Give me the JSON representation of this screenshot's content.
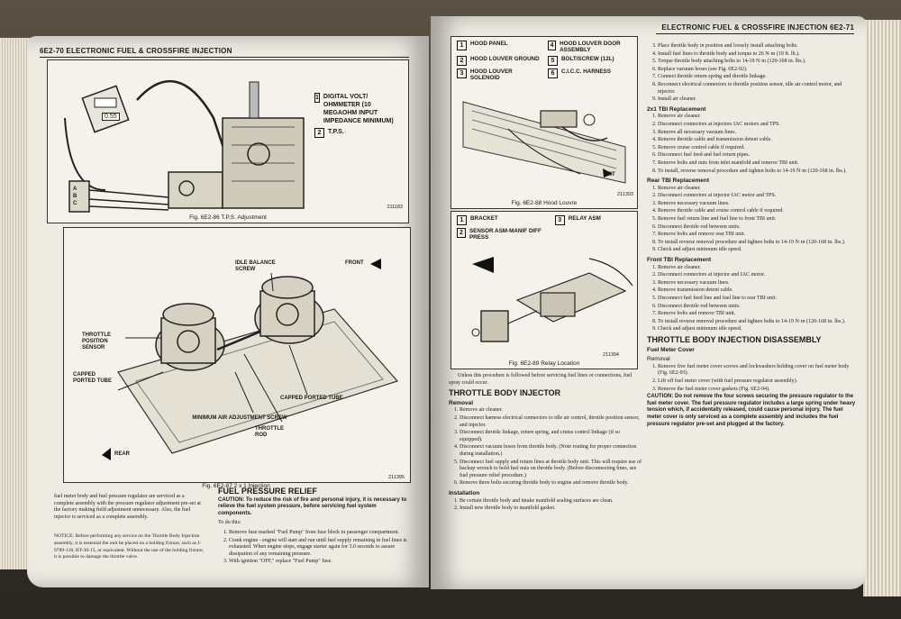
{
  "left_page": {
    "header": "6E2-70  ELECTRONIC FUEL & CROSSFIRE INJECTION",
    "fig86": {
      "callouts": [
        {
          "num": "1",
          "label": "DIGITAL VOLT/ OHMMETER (10 MEGAOHM INPUT IMPEDANCE MINIMUM)"
        },
        {
          "num": "2",
          "label": "T.P.S."
        }
      ],
      "meter_reading": "0.55",
      "connector_letters": [
        "A",
        "B",
        "C"
      ],
      "figure_number": "211183",
      "caption": "Fig. 6E2-86 T.P.S. Adjustment"
    },
    "fig87": {
      "labels": {
        "front": "FRONT",
        "idle_balance": "IDLE BALANCE SCREW",
        "tps": "THROTTLE POSITION SENSOR",
        "capped_tube_left": "CAPPED PORTED TUBE",
        "capped_tube_right": "CAPPED PORTED TUBE",
        "min_air": "MINIMUM AIR ADJUSTMENT SCREW",
        "throttle_rod": "THROTTLE ROD",
        "rear": "REAR"
      },
      "figure_number": "211395",
      "caption": "Fig. 6E2-87 2 x 1 Injection"
    },
    "col1_text": "fuel meter body and fuel pressure regulator are serviced as a complete assembly with the pressure regulator adjustment pre-set at the factory making field adjustment unnecessary. Also, the fuel injector is serviced as a complete assembly.",
    "notice": "NOTICE: Before performing any service on the Throttle Body Injection assembly, it is essential the unit be placed on a holding fixture, such as J-9789-118, BT-30-15, or equivalent. Without the use of the holding fixture, it is possible to damage the throttle valve.",
    "col2": {
      "title": "FUEL PRESSURE RELIEF",
      "caution": "CAUTION: To reduce the risk of fire and personal injury, it is necessary to relieve the fuel system pressure, before servicing fuel system components.",
      "intro": "To do this:",
      "steps": [
        "Remove fuse marked \"Fuel Pump\" from fuse block in passenger compartment.",
        "Crank engine - engine will start and run until fuel supply remaining in fuel lines is exhausted. When engine stops, engage starter again for 3.0 seconds to assure dissipation of any remaining pressure.",
        "With ignition \"OFF,\" replace \"Fuel Pump\" fuse."
      ]
    }
  },
  "right_page": {
    "header": "ELECTRONIC FUEL & CROSSFIRE INJECTION  6E2-71",
    "fig88": {
      "legend": [
        {
          "num": "1",
          "label": "HOOD PANEL"
        },
        {
          "num": "2",
          "label": "HOOD LOUVER GROUND"
        },
        {
          "num": "3",
          "label": "HOOD LOUVER SOLENOID"
        },
        {
          "num": "4",
          "label": "HOOD LOUVER DOOR ASSEMBLY"
        },
        {
          "num": "5",
          "label": "BOLT/SCREW (12L)"
        },
        {
          "num": "6",
          "label": "C.I.C.C. HARNESS"
        }
      ],
      "frt": "FRT",
      "figure_number": "211393",
      "caption": "Fig. 6E2-88 Hood Louvre"
    },
    "fig89": {
      "legend": [
        {
          "num": "1",
          "label": "BRACKET"
        },
        {
          "num": "2",
          "label": "SENSOR ASM-MANIF DIFF PRESS"
        },
        {
          "num": "3",
          "label": "RELAY ASM"
        }
      ],
      "figure_number": "211394",
      "caption": "Fig. 6E2-89 Relay Location"
    },
    "unless_text": "Unless this procedure is followed before servicing fuel lines or connections, fuel spray could occur.",
    "tbi": {
      "title": "THROTTLE BODY INJECTOR",
      "removal": "Removal",
      "removal_steps": [
        "Remove air cleaner.",
        "Disconnect harness electrical connectors to idle air control, throttle position sensor, and injector.",
        "Disconnect throttle linkage, return spring, and cruise control linkage (if so equipped).",
        "Disconnect vacuum hoses from throttle body. (Note routing for proper connection during installation.)",
        "Disconnect fuel supply and return lines at throttle body unit. This will require use of backup wrench to hold fuel nuts on throttle body. (Before disconnecting lines, see fuel pressure relief procedure.)",
        "Remove three bolts securing throttle body to engine and remove throttle body."
      ],
      "installation": "Installation",
      "install_steps": [
        "Be certain throttle body and intake manifold sealing surfaces are clean.",
        "Install new throttle body to manifold gasket."
      ]
    },
    "col_right_top_steps": [
      "Place throttle body in position and loosely install attaching bolts.",
      "Install fuel lines to throttle body and torque to 26 N·m (19 ft. lb.).",
      "Torque throttle body attaching bolts to 14-19 N·m (120-168 in. lbs.).",
      "Replace vacuum hoses (see Fig. 6E2-92).",
      "Connect throttle return spring and throttle linkage.",
      "Reconnect electrical connectors to throttle position sensor, idle air control motor, and injector.",
      "Install air cleaner."
    ],
    "tbi_2x1": {
      "title": "2x1 TBI Replacement",
      "steps": [
        "Remove air cleaner.",
        "Disconnect connectors at injectors IAC motors and TPS.",
        "Remove all necessary vacuum lines.",
        "Remove throttle cable and transmission detent cable.",
        "Remove cruise control cable if required.",
        "Disconnect fuel feed and fuel return pipes.",
        "Remove bolts and nuts from inlet manifold and remove TBI unit.",
        "To install, reverse removal procedure and tighten bolts to 14-19 N·m (120-168 in. lbs.)."
      ]
    },
    "rear_tbi": {
      "title": "Rear TBI Replacement",
      "steps": [
        "Remove air cleaner.",
        "Disconnect connectors at injector IAC motor and TPS.",
        "Remove necessary vacuum lines.",
        "Remove throttle cable and cruise control cable if required.",
        "Remove fuel return line and fuel line to front TBI unit.",
        "Disconnect throttle rod between units.",
        "Remove bolts and remove rear TBI unit.",
        "To install reverse removal procedure and tighten bolts to 14-19 N·m (120-168 in. lbs.).",
        "Check and adjust minimum idle speed."
      ]
    },
    "front_tbi": {
      "title": "Front TBI Replacement",
      "steps": [
        "Remove air cleaner.",
        "Disconnect connectors at injector and IAC motor.",
        "Remove necessary vacuum lines.",
        "Remove transmission detent cable.",
        "Disconnect fuel feed line and fuel line to rear TBI unit.",
        "Disconnect throttle rod between units.",
        "Remove bolts and remove TBI unit.",
        "To install reverse removal procedure and tighten bolts to 14-19 N·m (120-168 in. lbs.).",
        "Check and adjust minimum idle speed."
      ]
    },
    "disassembly": {
      "title": "THROTTLE BODY INJECTION DISASSEMBLY",
      "sub": "Fuel Meter Cover",
      "removal": "Removal",
      "steps": [
        "Remove five fuel meter cover screws and lockwashers holding cover on fuel meter body (Fig. 6E2-93).",
        "Lift off fuel meter cover (with fuel pressure regulator assembly).",
        "Remove the fuel meter cover gaskets (Fig. 6E2-94)."
      ],
      "caution": "CAUTION: Do not remove the four screws securing the pressure regulator to the fuel meter cover. The fuel pressure regulator includes a large spring under heavy tension which, if accidentally released, could cause personal injury. The fuel meter cover is only serviced as a complete assembly and includes the fuel pressure regulator pre-set and plugged at the factory."
    }
  }
}
